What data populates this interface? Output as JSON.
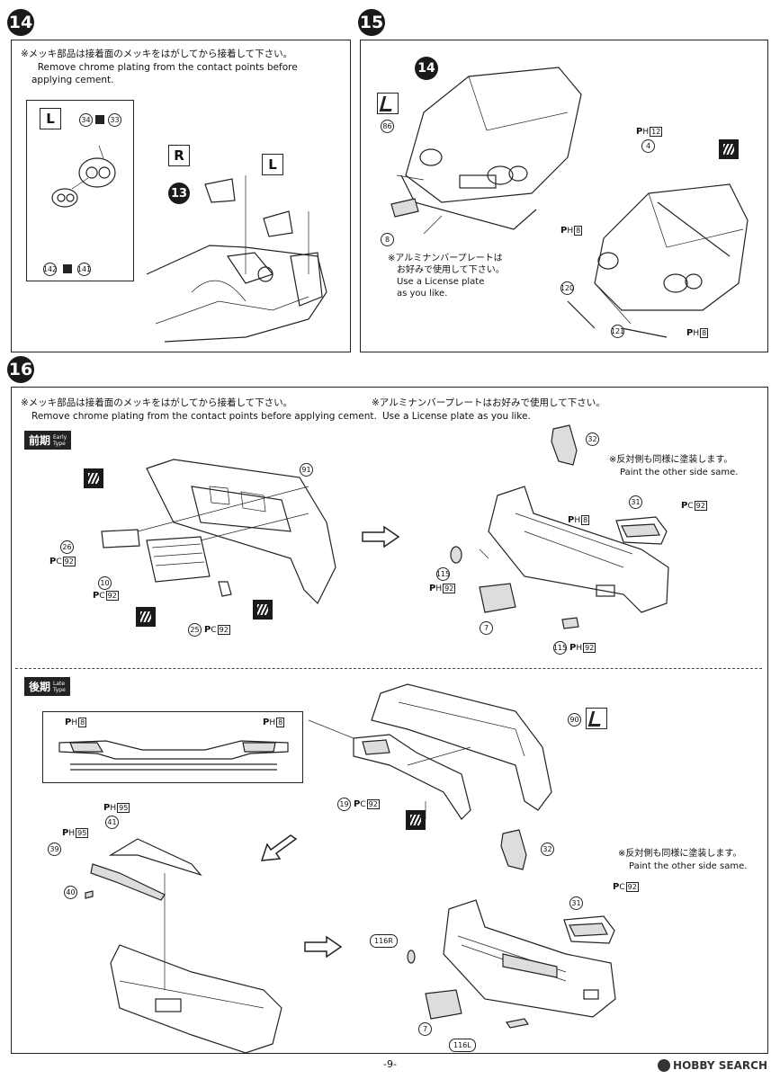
{
  "steps": {
    "s14": {
      "number": "14",
      "note_jp": "※メッキ部品は接着面のメッキをはがしてから接着して下さい。",
      "note_en_1": "Remove chrome plating from the contact points before",
      "note_en_2": "applying cement.",
      "side_left": "L",
      "side_right": "R",
      "side_left2": "L",
      "parts": [
        "34",
        "33",
        "142",
        "141"
      ],
      "ref_step": "13"
    },
    "s15": {
      "number": "15",
      "ref_step": "14",
      "parts": [
        "86",
        "8",
        "4",
        "120",
        "121"
      ],
      "paint_h12": "H",
      "paint_h12_num": "12",
      "paint_h8": "H",
      "paint_h8_num": "8",
      "note_jp_1": "※アルミナンバープレートは",
      "note_jp_2": "お好みで使用して下さい。",
      "note_en_1": "Use a License plate",
      "note_en_2": "as you like."
    },
    "s16": {
      "number": "16",
      "note_jp": "※メッキ部品は接着面のメッキをはがしてから接着して下さい。",
      "note_en": "Remove chrome plating from the contact points before applying cement.",
      "plate_jp": "※アルミナンバープレートはお好みで使用して下さい。",
      "plate_en": "Use a License plate as you like.",
      "early_label": "前期",
      "early_sub_1": "Early",
      "early_sub_2": "Type",
      "late_label": "後期",
      "late_sub_1": "Late",
      "late_sub_2": "Type",
      "paint_other_jp": "※反対側も同様に塗装します。",
      "paint_other_en": "Paint the other side same.",
      "early_parts": [
        "91",
        "26",
        "10",
        "25",
        "32",
        "31",
        "115",
        "7",
        "115"
      ],
      "late_parts": [
        "90",
        "19",
        "41",
        "39",
        "40",
        "32",
        "31",
        "116R",
        "7",
        "116L"
      ],
      "pc": "C",
      "pc_num": "92",
      "ph8": "H",
      "ph8_num": "8",
      "ph92": "H",
      "ph92_num": "92",
      "ph95": "H",
      "ph95_num": "95"
    }
  },
  "page_number": "-9-",
  "watermark": "HOBBY SEARCH"
}
